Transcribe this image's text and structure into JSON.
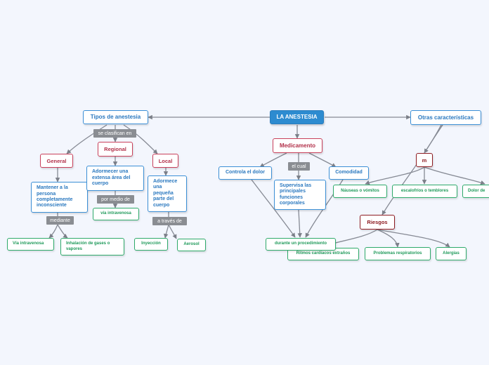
{
  "root": "LA ANESTESIA",
  "tipos": "Tipos de anestesia",
  "otras": "Otras características",
  "medicamento": "Medicamento",
  "general": "General",
  "regional": "Regional",
  "local": "Local",
  "general_desc": "Mantener a la persona completamente inconsciente",
  "regional_desc": "Adormecer una extensa área del cuerpo",
  "local_desc": "Adormece una pequeña parte del cuerpo",
  "via_intravenosa": "Vía intravenosa",
  "inhalacion": "Inhalación de gases o vapores",
  "via_intravenosa_2": "vía intravenosa",
  "inyeccion": "Inyección",
  "aerosol": "Aerosol",
  "controla_dolor": "Controla el dolor",
  "supervisa": "Supervisa las principales funciones corporales",
  "comodidad": "Comodidad",
  "durante": "durante un procedimiento",
  "ritmos": "Ritmos cardíacos extraños",
  "m": "m",
  "nauseas": "Náuseas o vómitos",
  "escalofrios": "escalofríos o temblores",
  "dolor_de": "Dolor de",
  "riesgos": "Riesgos",
  "problemas": "Problemas respiratorios",
  "alergias": "Alergias",
  "tags": {
    "se_clasifican": "se clasifican en",
    "mediante": "mediante",
    "por_medio": "por medio de",
    "a_traves": "a través de",
    "el_cual": "el cual"
  },
  "colors": {
    "root": "#2d8bd0",
    "blue": "#3b8fd6",
    "red": "#c9405b",
    "dark_red": "#8e1c22",
    "green": "#2eaa6a",
    "connector": "#868a94",
    "background": "#f3f6fd"
  }
}
